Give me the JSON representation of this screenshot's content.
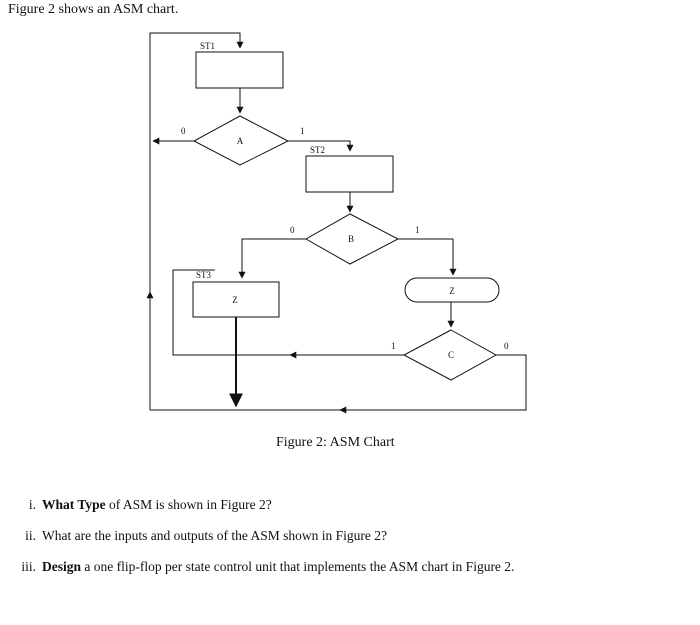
{
  "intro_text": "Figure 2 shows an ASM chart.",
  "diagram": {
    "states": {
      "st1": "ST1",
      "st2": "ST2",
      "st3": "ST3"
    },
    "decisions": {
      "a": "A",
      "b": "B",
      "c": "C"
    },
    "outputs": {
      "st3_output": "Z",
      "conditional_output": "Z"
    },
    "branch_labels": {
      "a_false": "0",
      "a_true": "1",
      "b_false": "0",
      "b_true": "1",
      "c_true": "1",
      "c_false": "0"
    }
  },
  "caption": "Figure 2: ASM Chart",
  "questions": [
    {
      "number": "i.",
      "bold": "What Type",
      "rest": " of ASM is shown in Figure 2?"
    },
    {
      "number": "ii.",
      "bold": "",
      "rest": "What are the inputs and outputs of the ASM shown in Figure 2?"
    },
    {
      "number": "iii.",
      "bold": "Design",
      "rest": " a one flip-flop per state control unit that implements the ASM chart in Figure 2."
    }
  ]
}
